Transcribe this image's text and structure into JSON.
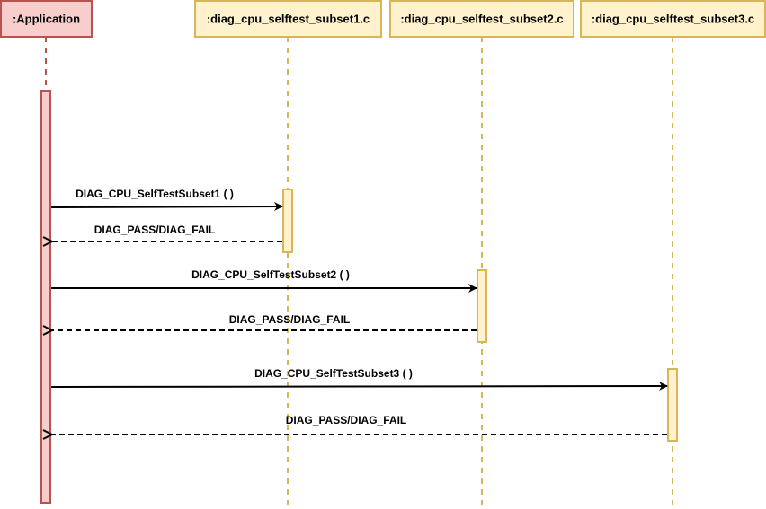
{
  "participants": [
    {
      "label": ":Application",
      "fill": "#f8cecc",
      "stroke": "#b85450"
    },
    {
      "label": ":diag_cpu_selftest_subset1.c",
      "fill": "#fff2cc",
      "stroke": "#d6b656"
    },
    {
      "label": ":diag_cpu_selftest_subset2.c",
      "fill": "#fff2cc",
      "stroke": "#d6b656"
    },
    {
      "label": ":diag_cpu_selftest_subset3.c",
      "fill": "#fff2cc",
      "stroke": "#d6b656"
    }
  ],
  "messages": [
    {
      "label": "DIAG_CPU_SelfTestSubset1 ( )",
      "type": "call",
      "from": 0,
      "to": 1
    },
    {
      "label": "DIAG_PASS/DIAG_FAIL",
      "type": "return",
      "from": 1,
      "to": 0
    },
    {
      "label": "DIAG_CPU_SelfTestSubset2 ( )",
      "type": "call",
      "from": 0,
      "to": 2
    },
    {
      "label": "DIAG_PASS/DIAG_FAIL",
      "type": "return",
      "from": 2,
      "to": 0
    },
    {
      "label": "DIAG_CPU_SelfTestSubset3 ( )",
      "type": "call",
      "from": 0,
      "to": 3
    },
    {
      "label": "DIAG_PASS/DIAG_FAIL",
      "type": "return",
      "from": 3,
      "to": 0
    }
  ]
}
